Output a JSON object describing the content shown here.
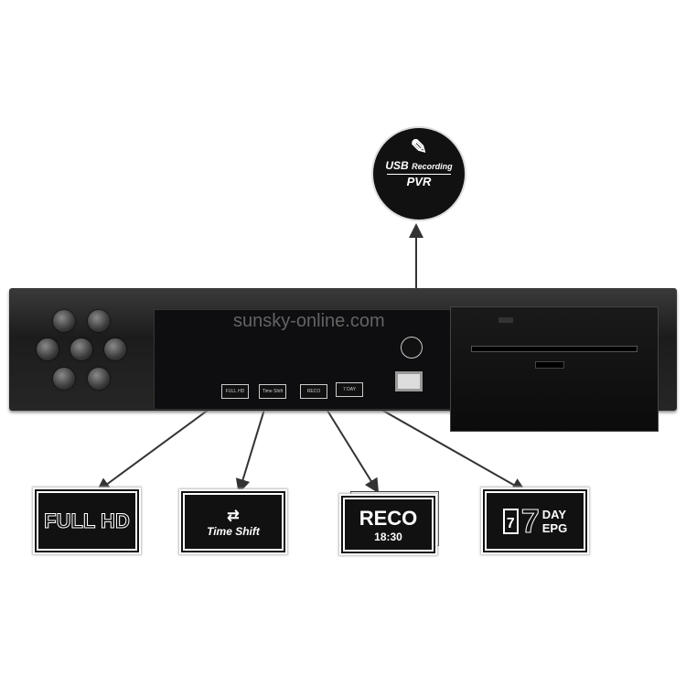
{
  "watermark": "sunsky-online.com",
  "feature_circle": {
    "line1": "USB",
    "line2": "Recording",
    "line3": "PVR"
  },
  "badges": {
    "full_hd": "FULL HD",
    "time_shift": "Time Shift",
    "reco": {
      "title": "RECO",
      "time": "18:30"
    },
    "epg": {
      "day_num": "7",
      "big_num": "7",
      "day": "DAY",
      "epg": "EPG"
    }
  },
  "panel_minis": [
    "FULL HD",
    "Time Shift",
    "RECO",
    "7 DAY"
  ]
}
